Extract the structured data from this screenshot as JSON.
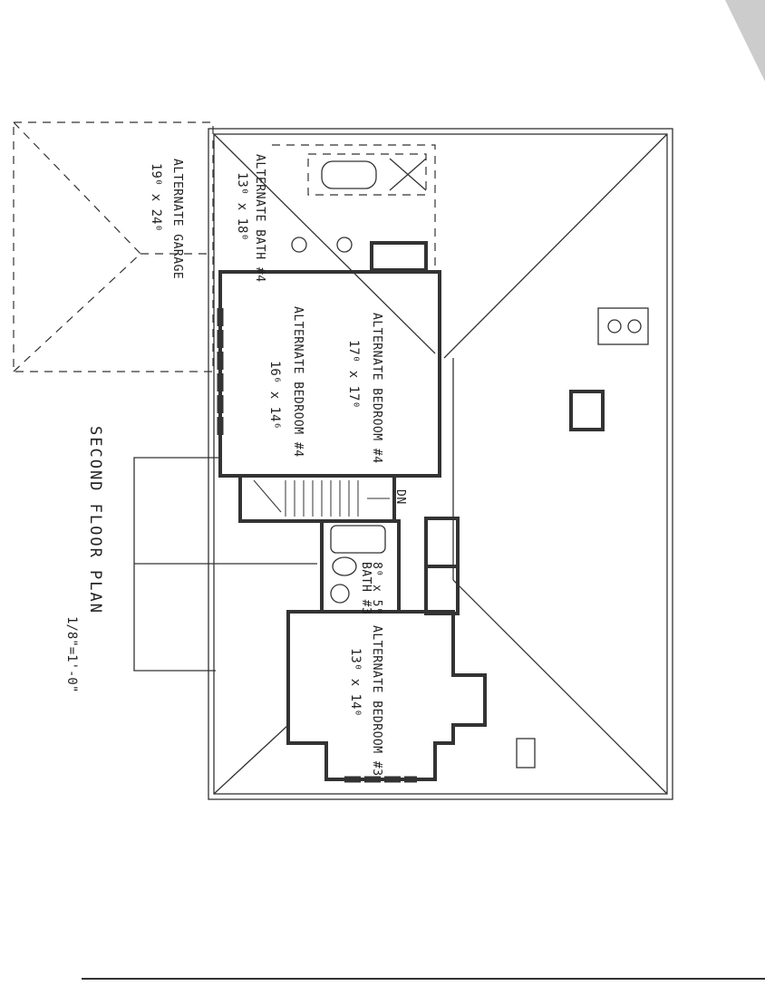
{
  "plan": {
    "title": "SECOND FLOOR PLAN",
    "scale": "1/8\"=1'-0\"",
    "rooms": {
      "garage": {
        "name": "ALTERNATE GARAGE",
        "size": "19⁰ x 24⁰"
      },
      "bath4": {
        "name": "ALTERNATE BATH #4",
        "size": "13⁰ x 18⁰"
      },
      "bedroom4a": {
        "name": "ALTERNATE BEDROOM #4",
        "size": "17⁰ x 17⁰"
      },
      "bedroom4b": {
        "name": "ALTERNATE BEDROOM #4",
        "size": "16⁶ x 14⁶"
      },
      "bath3": {
        "name": "BATH #3",
        "size": "8⁰ x 5⁰"
      },
      "bedroom3": {
        "name": "ALTERNATE BEDROOM #3",
        "size": "13⁰ x 14⁰"
      }
    },
    "stair_label": "DN"
  }
}
